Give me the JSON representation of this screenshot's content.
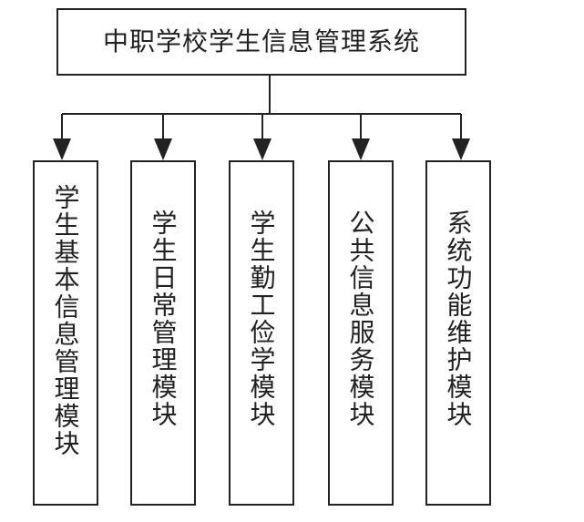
{
  "diagram": {
    "root": {
      "title": "中职学校学生信息管理系统"
    },
    "modules": [
      {
        "label": "学生基本信息管理模块"
      },
      {
        "label": "学生日常管理模块"
      },
      {
        "label": "学生勤工俭学模块"
      },
      {
        "label": "公共信息服务模块"
      },
      {
        "label": "系统功能维护模块"
      }
    ]
  }
}
